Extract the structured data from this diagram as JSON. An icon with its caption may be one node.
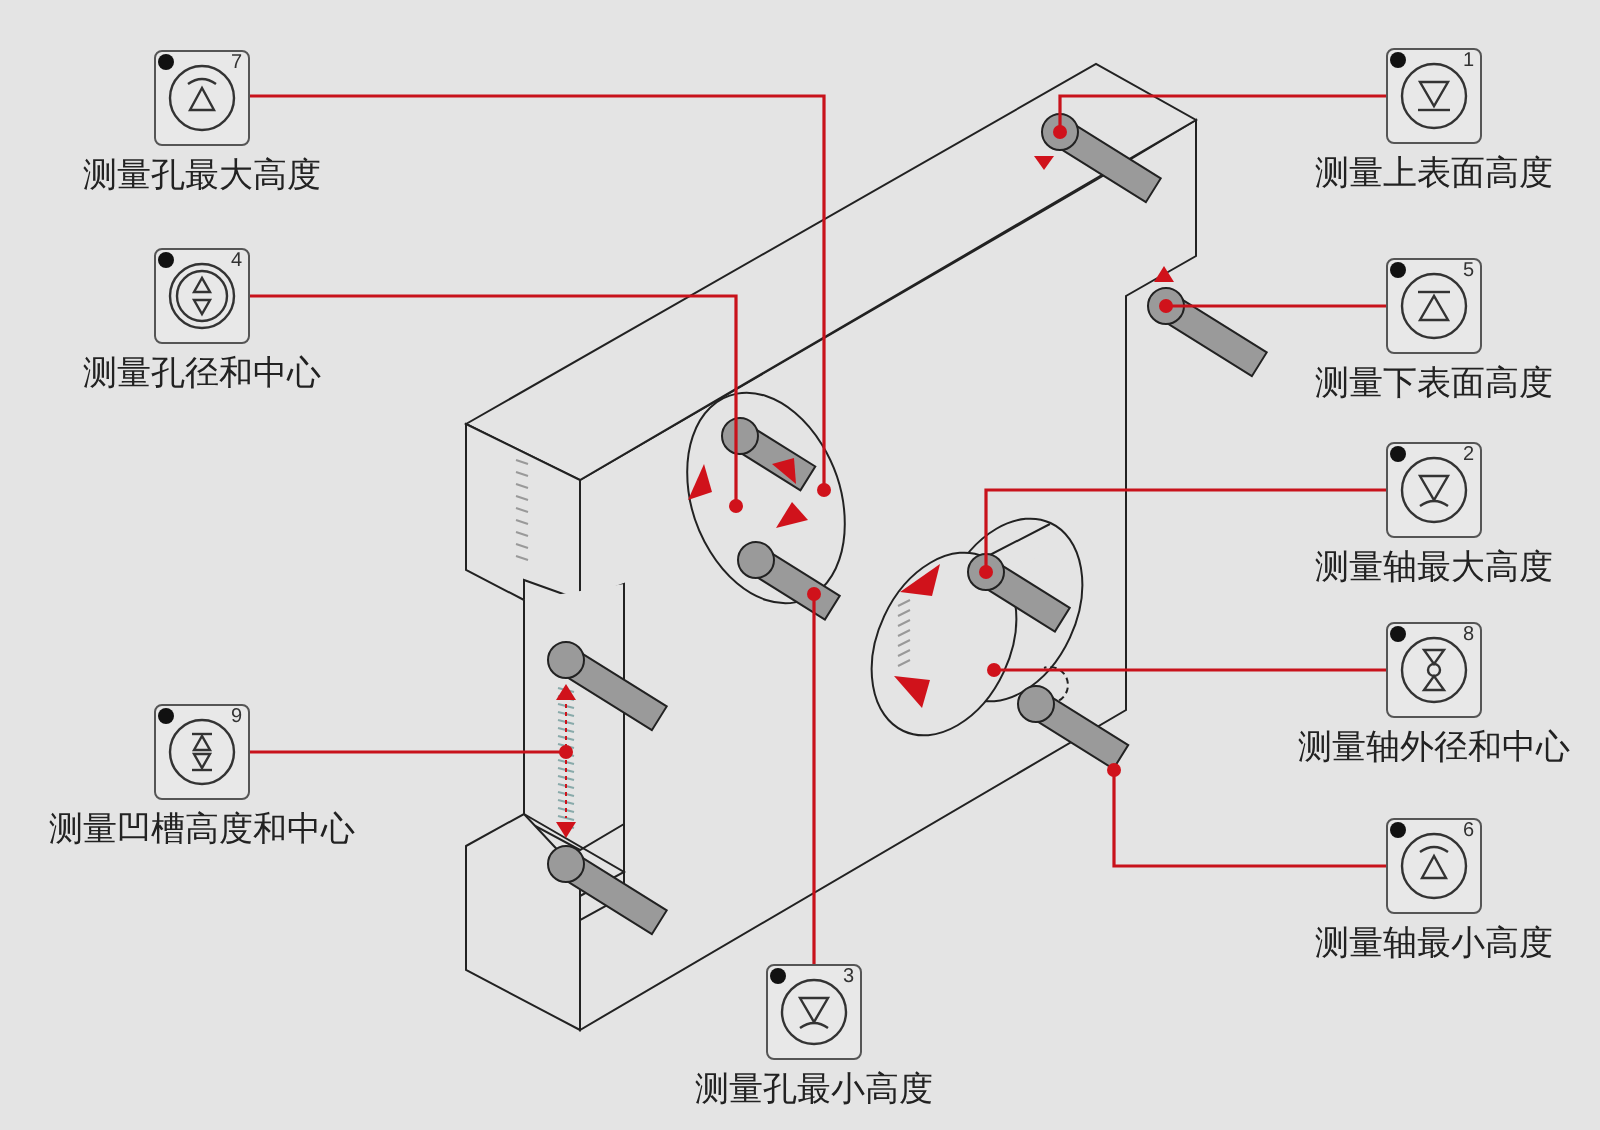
{
  "diagram": {
    "nodes": [
      {
        "text": [
          "7",
          "测量孔最大高度"
        ]
      },
      {
        "text": [
          "1",
          "测量上表面高度"
        ]
      },
      {
        "text": [
          "4",
          "测量孔径和中心"
        ]
      },
      {
        "text": [
          "5",
          "测量下表面高度"
        ]
      },
      {
        "text": [
          "2",
          "测量轴最大高度"
        ]
      },
      {
        "text": [
          "8",
          "测量轴外径和中心"
        ]
      },
      {
        "text": [
          "9",
          "测量凹槽高度和中心"
        ]
      },
      {
        "text": [
          "6",
          "测量轴最小高度"
        ]
      },
      {
        "text": [
          "3",
          "测量孔最小高度"
        ]
      }
    ],
    "edges": [
      {
        "from": 0,
        "to": null,
        "arrow": "none"
      },
      {
        "from": 1,
        "to": null,
        "arrow": "none"
      },
      {
        "from": 2,
        "to": null,
        "arrow": "none"
      },
      {
        "from": 3,
        "to": null,
        "arrow": "none"
      },
      {
        "from": 4,
        "to": null,
        "arrow": "none"
      },
      {
        "from": 5,
        "to": null,
        "arrow": "none"
      },
      {
        "from": 6,
        "to": null,
        "arrow": "none"
      },
      {
        "from": 7,
        "to": null,
        "arrow": "none"
      },
      {
        "from": 8,
        "to": null,
        "arrow": "none"
      }
    ]
  }
}
